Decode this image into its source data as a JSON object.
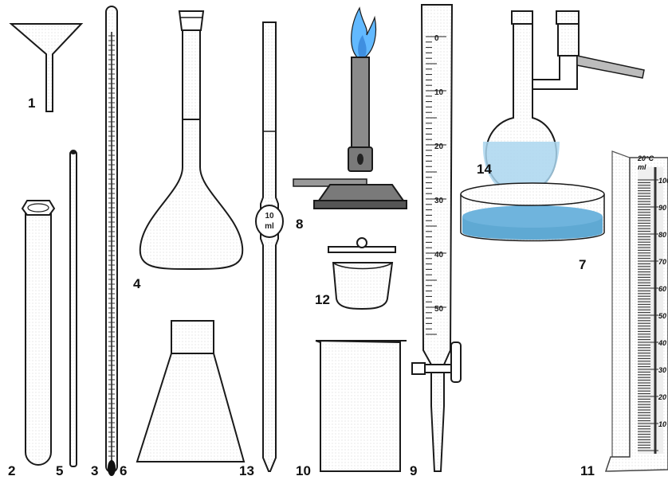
{
  "labels": {
    "funnel": "1",
    "test_tube": "2",
    "thermometer": "3",
    "volumetric_flask": "4",
    "glass_rod": "5",
    "erlenmeyer_flask": "6",
    "petri_dish": "7",
    "bunsen_burner": "8",
    "burette": "9",
    "beaker": "10",
    "graduated_cylinder": "11",
    "crucible": "12",
    "pipette": "13",
    "distillation_flask": "14"
  },
  "pipette_mark": {
    "line1": "10",
    "line2": "ml"
  },
  "burette_scale": [
    "0",
    "10",
    "20",
    "30",
    "40",
    "50"
  ],
  "cylinder_scale": {
    "header_temp": "20°C",
    "header_unit": "ml",
    "ticks": [
      "100",
      "90",
      "80",
      "70",
      "60",
      "50",
      "40",
      "30",
      "20",
      "10"
    ]
  },
  "colors": {
    "flame": "#5fb7ff",
    "liquid": "#a9d6ee",
    "burner_metal": "#7a7a7a"
  }
}
